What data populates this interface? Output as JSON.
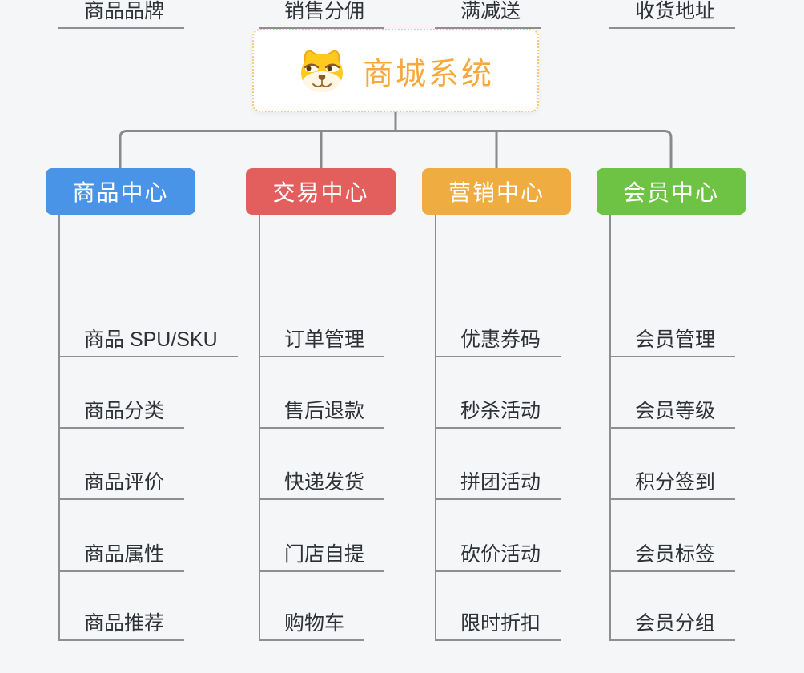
{
  "theme": {
    "background": "#f5f6f7",
    "connector_color": "#8a8a8a",
    "leaf_line_color": "#8f8f8f",
    "leaf_text_color": "#2e3237"
  },
  "root": {
    "title": "商城系统",
    "icon": "dog-face-icon",
    "text_color": "#f5a93d",
    "border_color": "#f6c77c"
  },
  "branches": [
    {
      "label": "商品中心",
      "color": "#4a94e8",
      "items": [
        "商品 SPU/SKU",
        "商品分类",
        "商品评价",
        "商品属性",
        "商品推荐",
        "商品品牌"
      ]
    },
    {
      "label": "交易中心",
      "color": "#e25f5e",
      "items": [
        "订单管理",
        "售后退款",
        "快递发货",
        "门店自提",
        "购物车",
        "销售分佣"
      ]
    },
    {
      "label": "营销中心",
      "color": "#efac40",
      "items": [
        "优惠券码",
        "秒杀活动",
        "拼团活动",
        "砍价活动",
        "限时折扣",
        "满减送"
      ]
    },
    {
      "label": "会员中心",
      "color": "#6fc344",
      "items": [
        "会员管理",
        "会员等级",
        "积分签到",
        "会员标签",
        "会员分组",
        "收货地址"
      ]
    }
  ]
}
